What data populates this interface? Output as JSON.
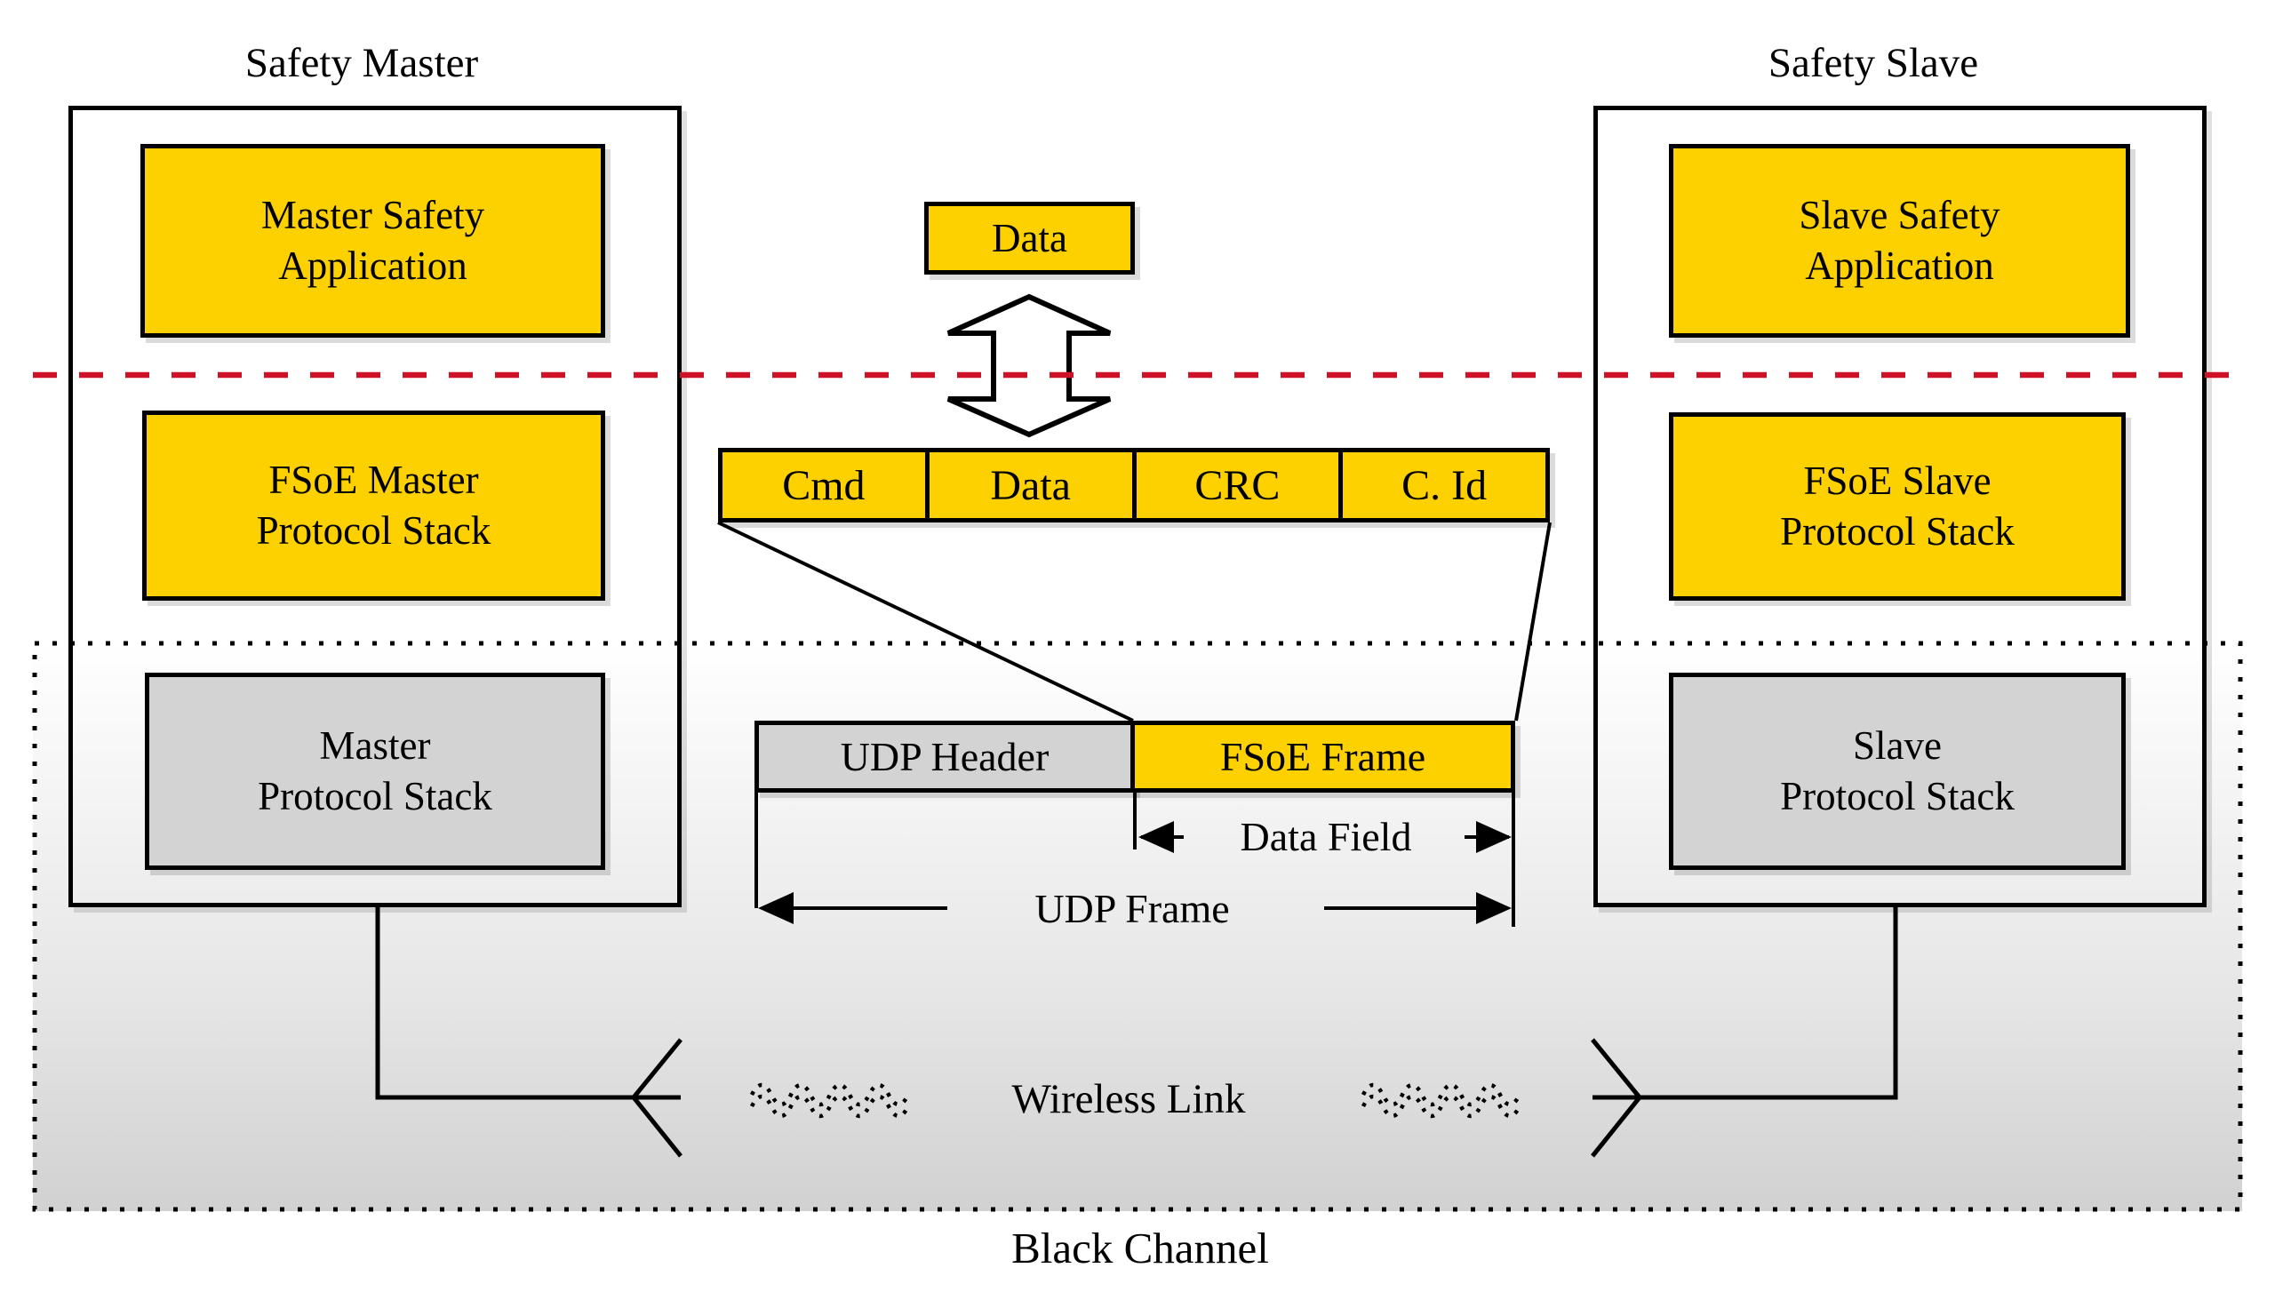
{
  "palette": {
    "box_yellow": "#FDD000",
    "box_gray": "#D3D3D3",
    "dashed_line_red": "#CE1126",
    "line_black": "#000000",
    "channel_gradient_top": "#FFFFFF",
    "channel_gradient_bottom": "#D1D1D1"
  },
  "master": {
    "title": "Safety Master",
    "application": "Master Safety\nApplication",
    "fsoe_stack": "FSoE Master\nProtocol Stack",
    "protocol_stack": "Master\nProtocol Stack"
  },
  "slave": {
    "title": "Safety Slave",
    "application": "Slave Safety\nApplication",
    "fsoe_stack": "FSoE Slave\nProtocol Stack",
    "protocol_stack": "Slave\nProtocol Stack"
  },
  "safety_layer": {
    "data_box": "Data"
  },
  "fsoe_frame_fields": {
    "cells": [
      {
        "label": "Cmd"
      },
      {
        "label": "Data"
      },
      {
        "label": "CRC"
      },
      {
        "label": "C. Id"
      }
    ]
  },
  "udp": {
    "header": "UDP Header",
    "fsoe_frame": "FSoE Frame",
    "data_field_label": "Data Field",
    "udp_frame_label": "UDP Frame"
  },
  "channel": {
    "wireless_label": "Wireless Link",
    "black_channel_label": "Black Channel"
  }
}
